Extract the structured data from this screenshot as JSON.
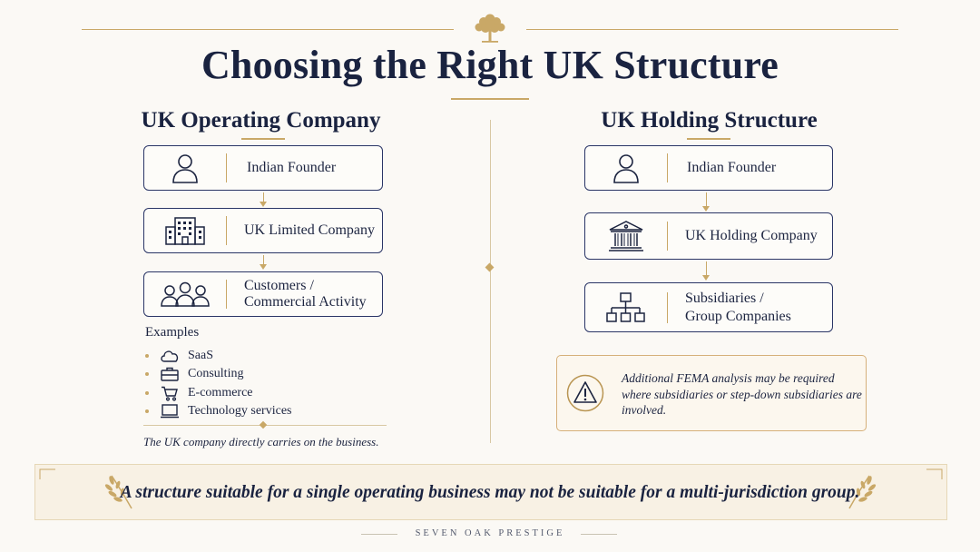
{
  "header": {
    "title": "Choosing the Right UK Structure",
    "logo_icon": "oak-tree-icon"
  },
  "left": {
    "title": "UK Operating Company",
    "boxes": [
      {
        "label": "Indian Founder",
        "icon": "person-icon"
      },
      {
        "label": "UK Limited Company",
        "icon": "office-building-icon"
      },
      {
        "label_line1": "Customers /",
        "label_line2": "Commercial Activity",
        "icon": "people-group-icon"
      }
    ],
    "examples_heading": "Examples",
    "examples": [
      {
        "label": "SaaS",
        "icon": "cloud-icon"
      },
      {
        "label": "Consulting",
        "icon": "briefcase-icon"
      },
      {
        "label": "E-commerce",
        "icon": "shopping-cart-icon"
      },
      {
        "label": "Technology services",
        "icon": "laptop-icon"
      }
    ],
    "note": "The UK company directly carries on the business."
  },
  "right": {
    "title": "UK Holding Structure",
    "boxes": [
      {
        "label": "Indian Founder",
        "icon": "person-icon"
      },
      {
        "label": "UK Holding Company",
        "icon": "bank-building-icon"
      },
      {
        "label_line1": "Subsidiaries /",
        "label_line2": "Group Companies",
        "icon": "org-chart-icon"
      }
    ],
    "warning": {
      "icon": "warning-triangle-icon",
      "text": "Additional FEMA analysis may be required where subsidiaries or step-down subsidiaries are involved."
    }
  },
  "banner": {
    "text": "A structure suitable for a single operating business may not be suitable for a multi-jurisdiction group.",
    "left_icon": "laurel-icon",
    "right_icon": "laurel-icon"
  },
  "footer": {
    "brand": "SEVEN OAK PRESTIGE"
  },
  "colors": {
    "navy": "#1c2440",
    "gold": "#c9a867",
    "background": "#fbf9f5"
  }
}
